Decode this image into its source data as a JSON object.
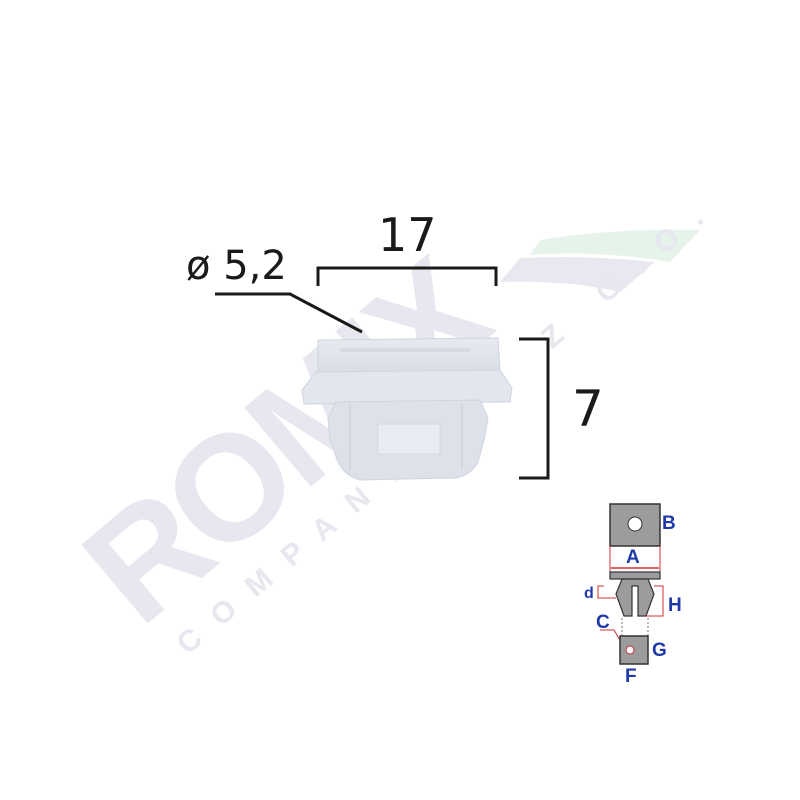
{
  "watermark": {
    "brand": "ROMIX",
    "subtitle": "COMPANY SP. Z O.O.",
    "color": "#e6e7ef",
    "swoosh_color": "#e6f3ea"
  },
  "product": {
    "name": "plastic trim clip",
    "color": "#dfe3ea"
  },
  "dimensions": {
    "hole_diameter": "ø 5,2",
    "width": "17",
    "height": "7"
  },
  "legend_diagram": {
    "labels": {
      "a": "A",
      "b": "B",
      "c": "C",
      "d": "d",
      "f": "F",
      "g": "G",
      "h": "H"
    },
    "label_color": "#1f3aa8",
    "dimension_line_color": "#d03030",
    "part_fill": "#9c9c9c"
  }
}
